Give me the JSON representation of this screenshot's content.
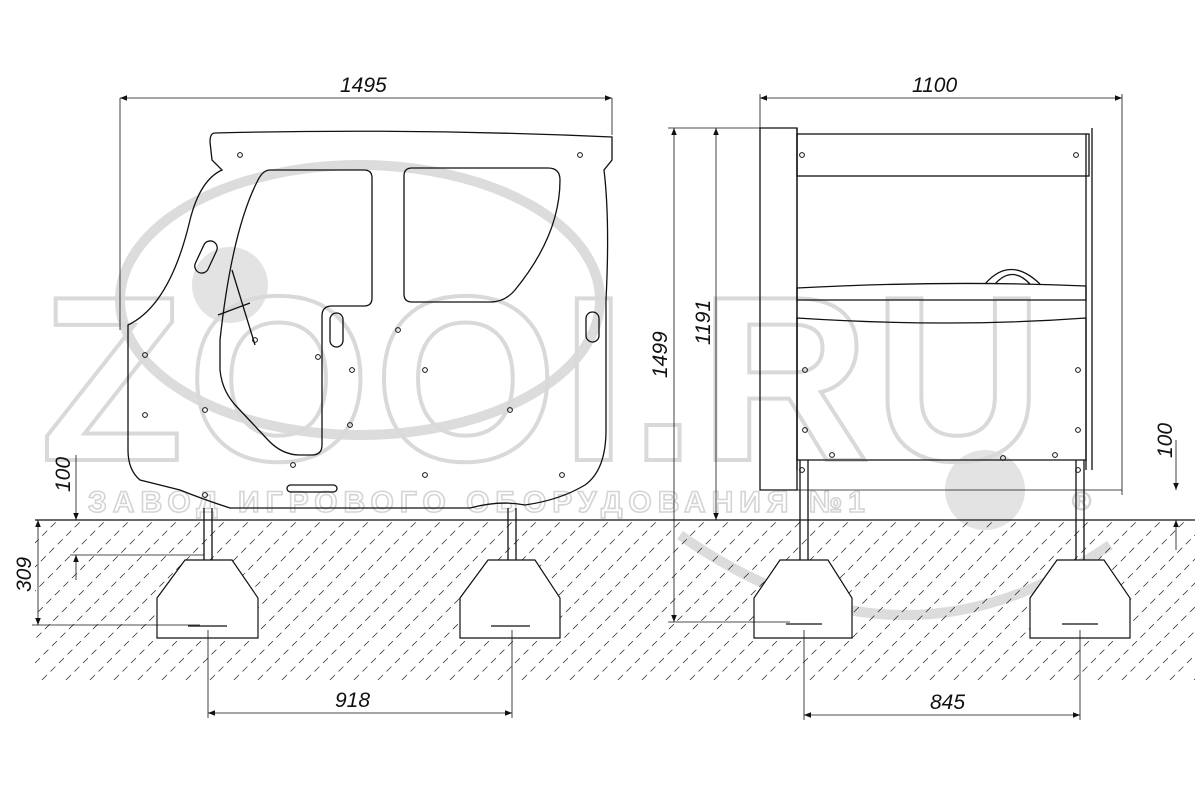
{
  "watermark": {
    "brand": "ZOOI.RU",
    "tagline": "ЗАВОД ИГРОВОГО ОБОРУДОВАНИЯ №1",
    "registered_mark": "®"
  },
  "front_view": {
    "overall_width": "1495",
    "post_spacing": "918",
    "ground_clearance": "100",
    "embed_depth": "309"
  },
  "side_view": {
    "overall_width": "1100",
    "overall_height": "1499",
    "panel_height": "1191",
    "ground_clearance": "100",
    "post_spacing": "845"
  }
}
